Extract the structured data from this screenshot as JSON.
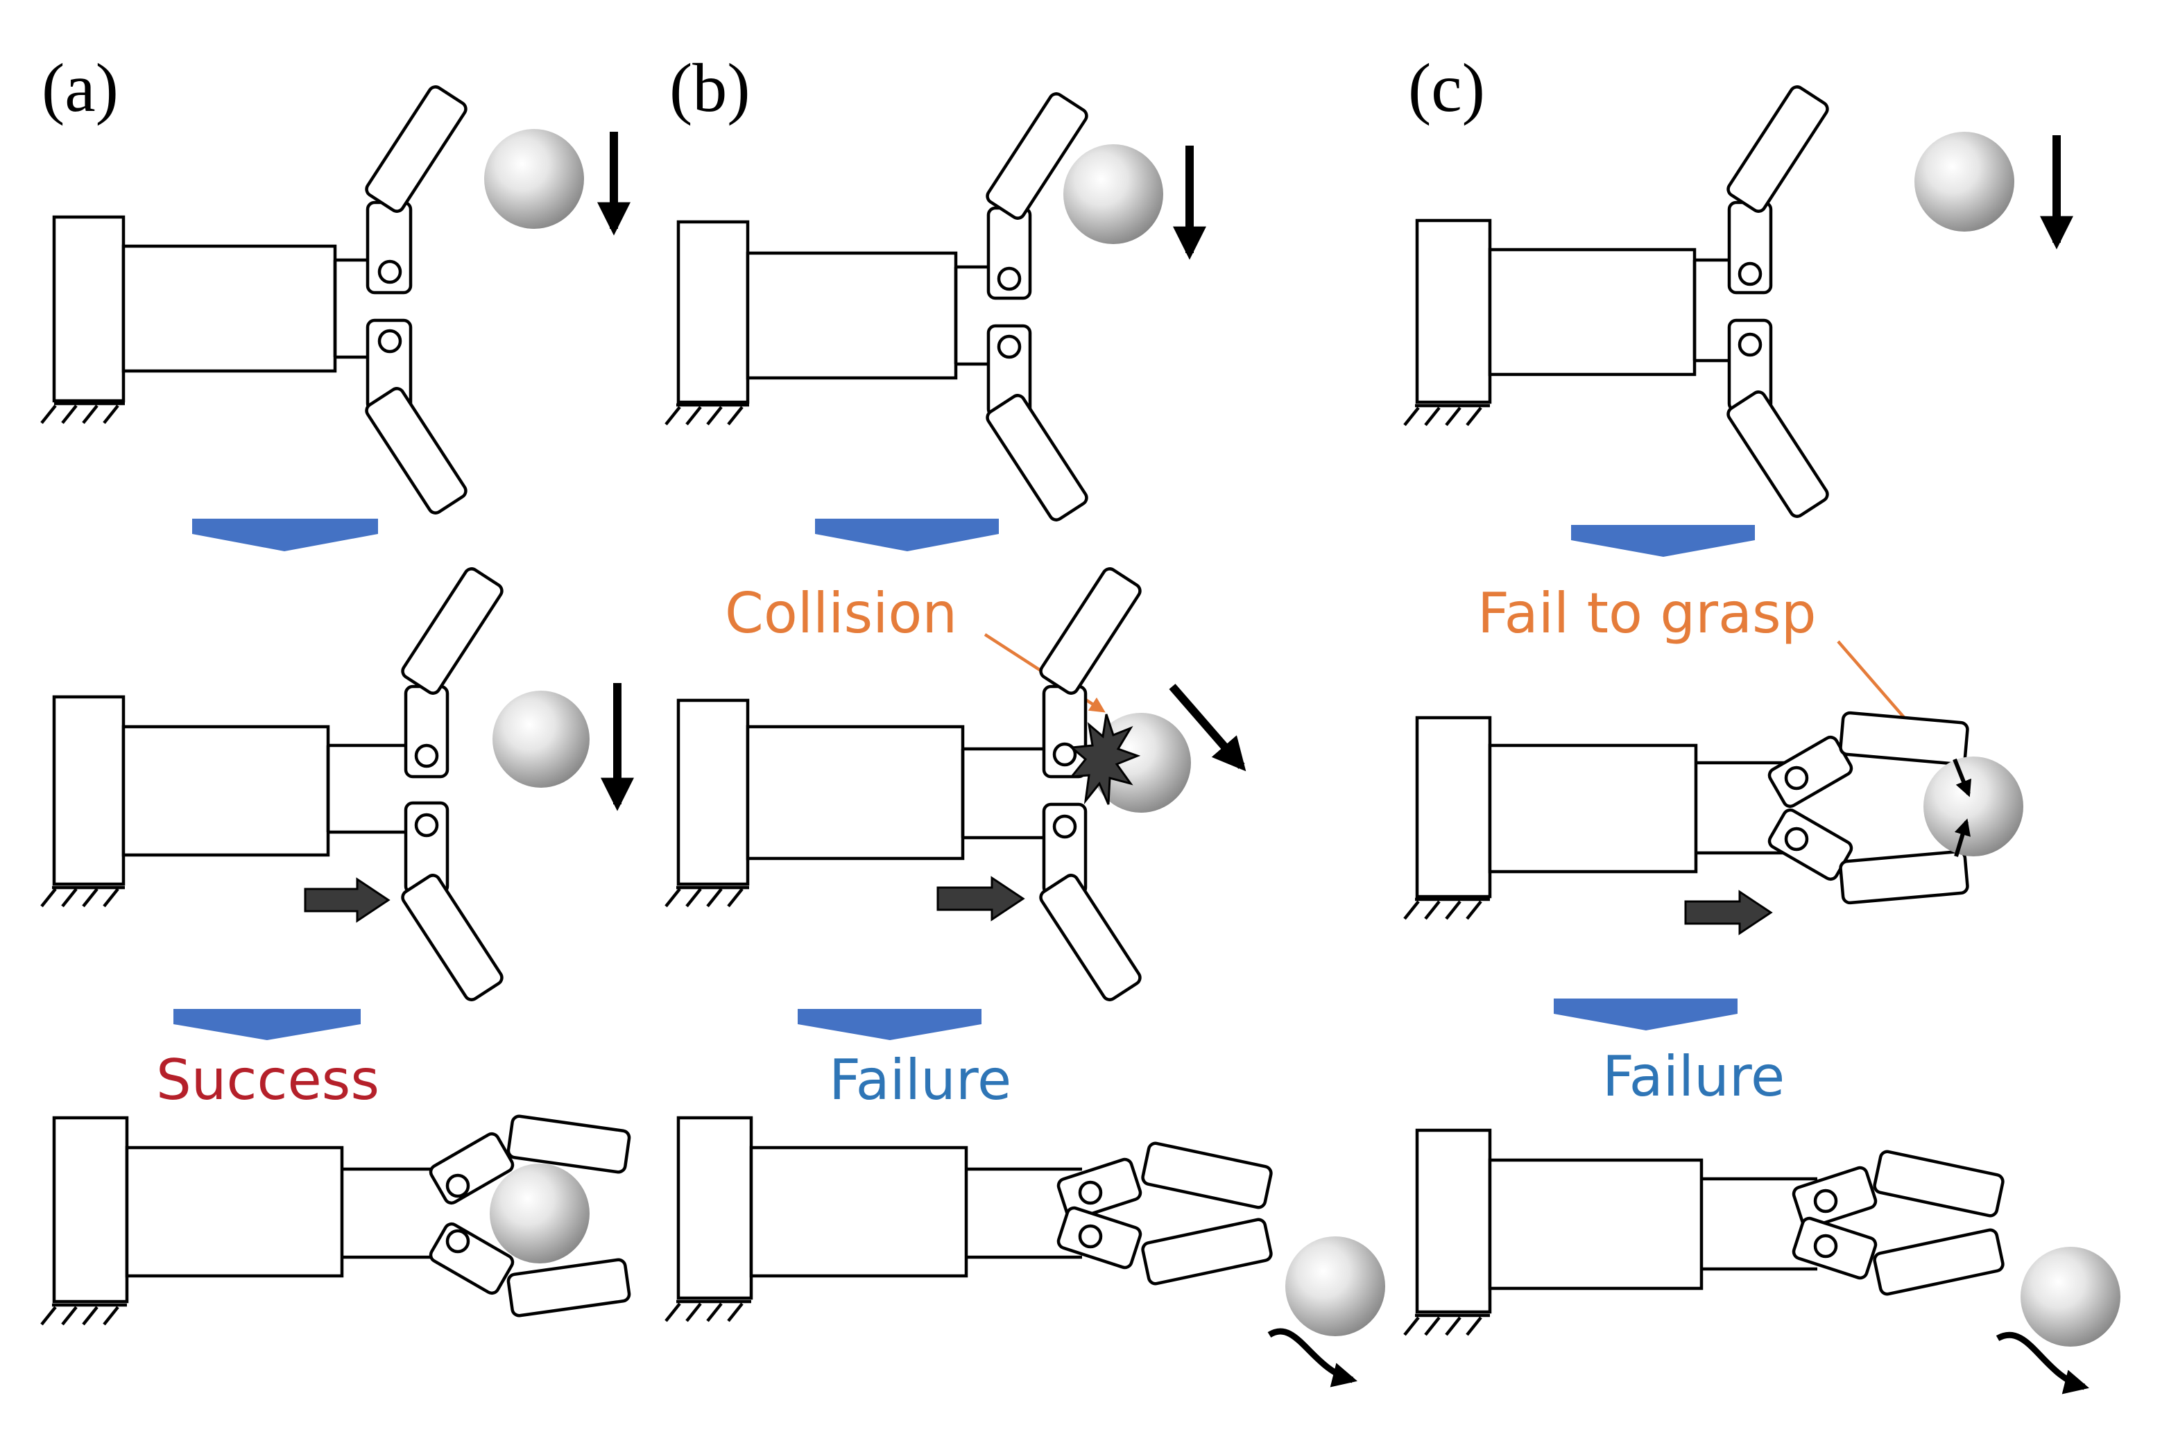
{
  "panels": [
    {
      "label": "(a)",
      "outcome": "Success"
    },
    {
      "label": "(b)",
      "outcome": "Failure",
      "annotation": "Collision"
    },
    {
      "label": "(c)",
      "outcome": "Failure",
      "annotation": "Fail to grasp"
    }
  ],
  "colors": {
    "success": "#b5202a",
    "failure": "#2e75b6",
    "annotation": "#e57c3a",
    "stage_arrow": "#4472c4",
    "push_arrow": "#3a3a3a"
  }
}
